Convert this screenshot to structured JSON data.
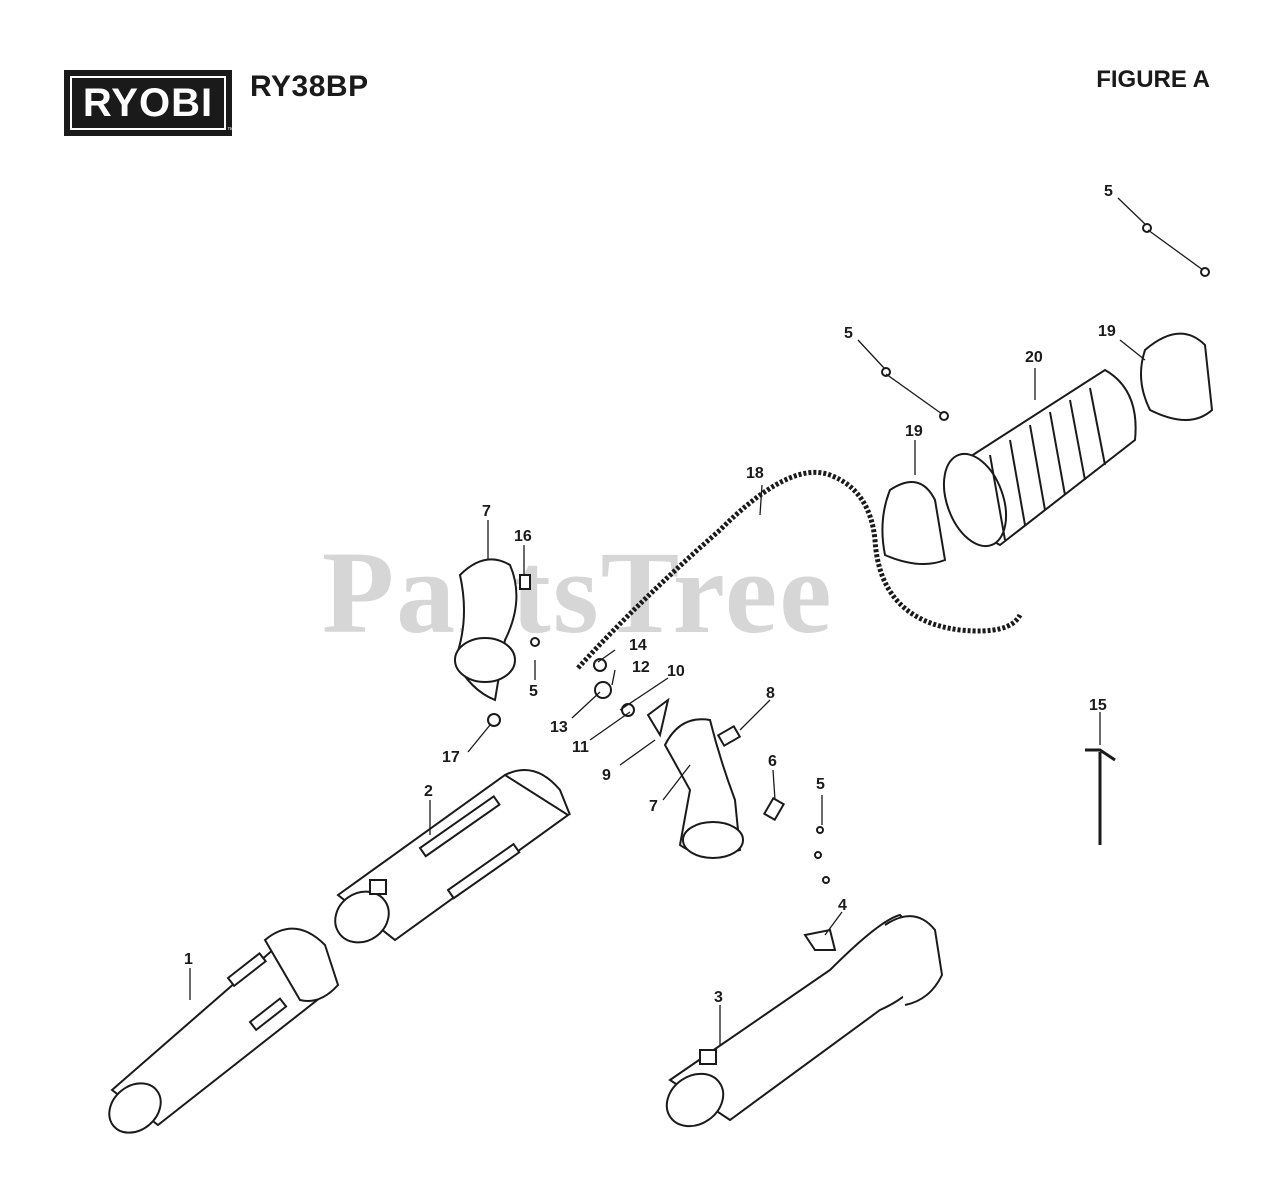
{
  "header": {
    "brand": "RYOBI",
    "model": "RY38BP",
    "figure": "FIGURE A"
  },
  "watermark": "PartsTree",
  "callouts": [
    "1",
    "2",
    "3",
    "4",
    "5",
    "5",
    "5",
    "5",
    "6",
    "7",
    "7",
    "8",
    "9",
    "10",
    "11",
    "12",
    "13",
    "14",
    "15",
    "16",
    "17",
    "18",
    "19",
    "19",
    "20"
  ],
  "colors": {
    "ink": "#1a1a1a",
    "brand_bg": "#1a1a1a",
    "watermark": "#d0d0d0"
  }
}
